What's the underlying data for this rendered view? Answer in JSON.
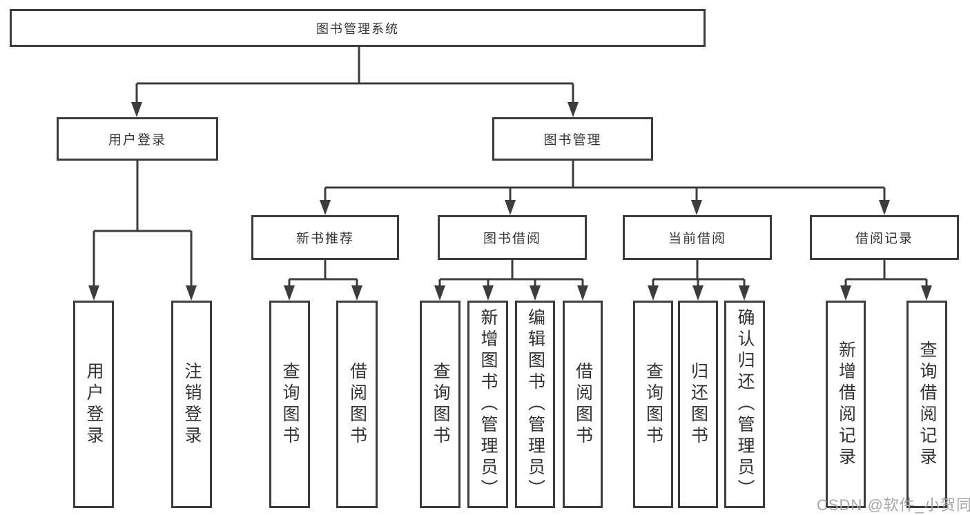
{
  "diagram_title": "图书管理系统",
  "tree": {
    "label": "图书管理系统",
    "children": [
      {
        "label": "用户登录",
        "children": [
          {
            "label": "用户登录"
          },
          {
            "label": "注销登录"
          }
        ]
      },
      {
        "label": "图书管理",
        "children": [
          {
            "label": "新书推荐",
            "children": [
              {
                "label": "查询图书"
              },
              {
                "label": "借阅图书"
              }
            ]
          },
          {
            "label": "图书借阅",
            "children": [
              {
                "label": "查询图书"
              },
              {
                "label": "新增图书（管理员）"
              },
              {
                "label": "编辑图书（管理员）"
              },
              {
                "label": "借阅图书"
              }
            ]
          },
          {
            "label": "当前借阅",
            "children": [
              {
                "label": "查询图书"
              },
              {
                "label": "归还图书"
              },
              {
                "label": "确认归还（管理员）"
              }
            ]
          },
          {
            "label": "借阅记录",
            "children": [
              {
                "label": "新增借阅记录"
              },
              {
                "label": "查询借阅记录"
              }
            ]
          }
        ]
      }
    ]
  },
  "watermark": "CSDN @软件_小贺同学",
  "colors": {
    "line": "#3c3c3c",
    "text": "#333333",
    "background": "#ffffff",
    "watermark": "#a6a6a6"
  }
}
